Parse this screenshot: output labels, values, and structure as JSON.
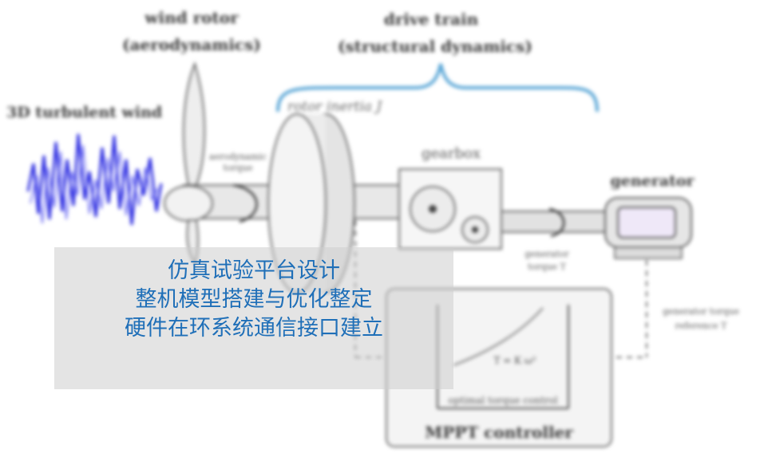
{
  "labels": {
    "wind_rotor": "wind rotor",
    "wind_rotor_sub": "(aerodynamics)",
    "drive_train": "drive train",
    "drive_train_sub": "(structural dynamics)",
    "wind": "3D turbulent wind",
    "rotor_inertia": "rotor inertia J",
    "aero_torque_1": "aerodynamic",
    "aero_torque_2": "torque",
    "gearbox": "gearbox",
    "generator": "generator",
    "gen_torque_1": "generator",
    "gen_torque_2": "torque T",
    "gen_ref_1": "generator torque",
    "gen_ref_2": "reference T",
    "formula": "T = K ω²",
    "optimal_control": "optimal torque control",
    "mppt": "MPPT controller"
  },
  "overlay": {
    "line1": "仿真试验平台设计",
    "line2": "整机模型搭建与优化整定",
    "line3": "硬件在环系统通信接口建立"
  },
  "colors": {
    "wind": "#2a2ae0",
    "brace": "#5aa6d6",
    "overlay_text": "#1f6fb8"
  }
}
